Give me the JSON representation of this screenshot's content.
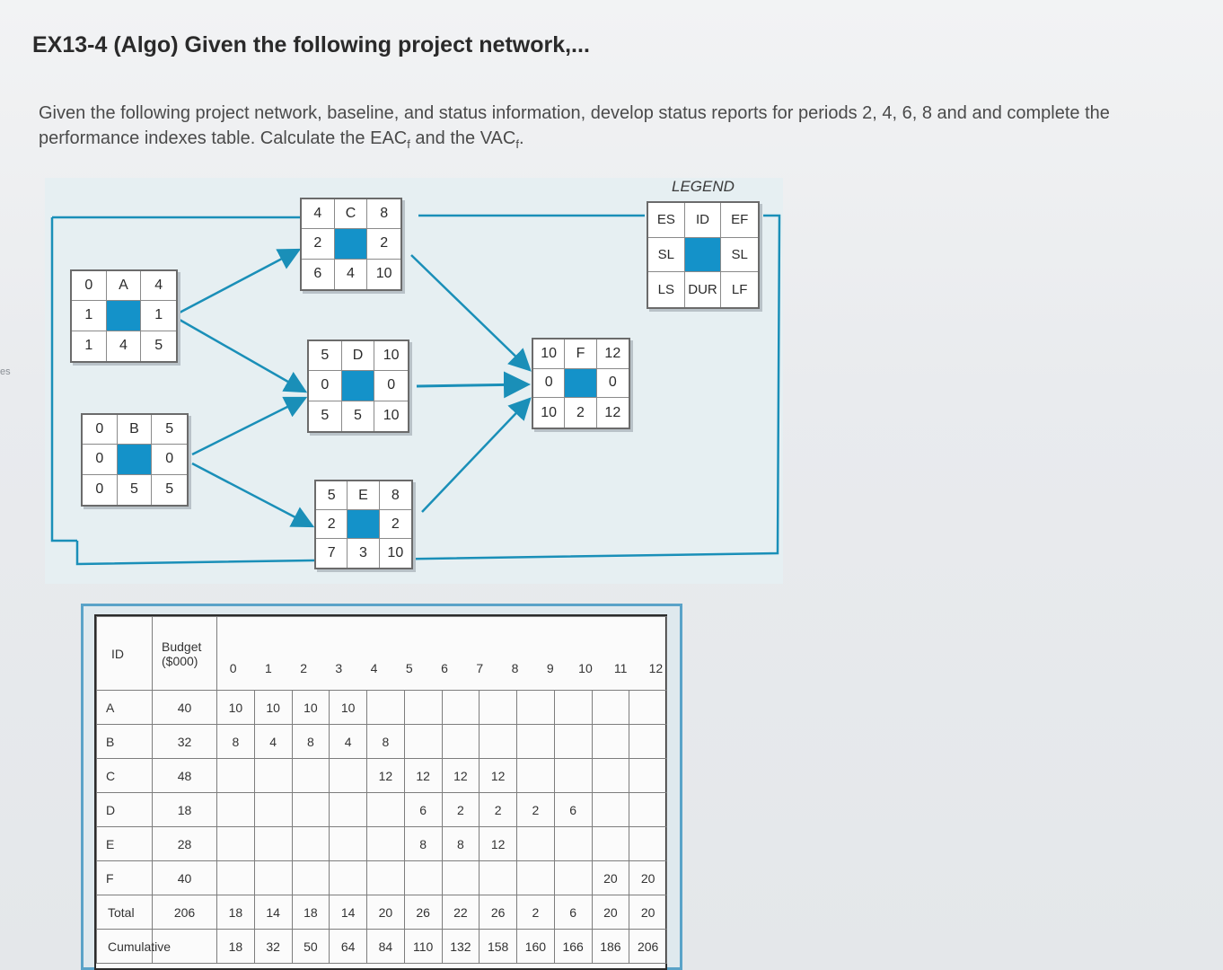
{
  "title": "EX13-4 (Algo) Given the following project network,...",
  "instructions": {
    "text_before_eac": "Given the following project network, baseline, and status information, develop status reports for periods 2, 4, 6, 8 and and complete the performance indexes table. Calculate the EAC",
    "sub_f1": "f",
    "text_between": " and the VAC",
    "sub_f2": "f",
    "text_end": "."
  },
  "side_mark": "es",
  "colors": {
    "node_fill": "#1492c9",
    "arrow": "#1a8fb8"
  },
  "legend": {
    "title": "LEGEND",
    "cells": [
      "ES",
      "ID",
      "EF",
      "SL",
      "",
      "SL",
      "LS",
      "DUR",
      "LF"
    ]
  },
  "network": {
    "nodes": [
      {
        "id": "A",
        "cells": [
          "0",
          "A",
          "4",
          "1",
          "",
          "1",
          "1",
          "4",
          "5"
        ]
      },
      {
        "id": "B",
        "cells": [
          "0",
          "B",
          "5",
          "0",
          "",
          "0",
          "0",
          "5",
          "5"
        ]
      },
      {
        "id": "C",
        "cells": [
          "4",
          "C",
          "8",
          "2",
          "",
          "2",
          "6",
          "4",
          "10"
        ]
      },
      {
        "id": "D",
        "cells": [
          "5",
          "D",
          "10",
          "0",
          "",
          "0",
          "5",
          "5",
          "10"
        ]
      },
      {
        "id": "E",
        "cells": [
          "5",
          "E",
          "8",
          "2",
          "",
          "2",
          "7",
          "3",
          "10"
        ]
      },
      {
        "id": "F",
        "cells": [
          "10",
          "F",
          "12",
          "0",
          "",
          "0",
          "10",
          "2",
          "12"
        ]
      }
    ]
  },
  "baseline_table": {
    "headers": {
      "id": "ID",
      "budget_line1": "Budget",
      "budget_line2": "($000)"
    },
    "periods": [
      "0",
      "1",
      "2",
      "3",
      "4",
      "5",
      "6",
      "7",
      "8",
      "9",
      "10",
      "11",
      "12"
    ],
    "rows": [
      {
        "id": "A",
        "budget": "40",
        "cells": [
          "10",
          "10",
          "10",
          "10",
          "",
          "",
          "",
          "",
          "",
          "",
          "",
          ""
        ]
      },
      {
        "id": "B",
        "budget": "32",
        "cells": [
          "8",
          "4",
          "8",
          "4",
          "8",
          "",
          "",
          "",
          "",
          "",
          "",
          ""
        ]
      },
      {
        "id": "C",
        "budget": "48",
        "cells": [
          "",
          "",
          "",
          "",
          "12",
          "12",
          "12",
          "12",
          "",
          "",
          "",
          ""
        ]
      },
      {
        "id": "D",
        "budget": "18",
        "cells": [
          "",
          "",
          "",
          "",
          "",
          "6",
          "2",
          "2",
          "2",
          "6",
          "",
          ""
        ]
      },
      {
        "id": "E",
        "budget": "28",
        "cells": [
          "",
          "",
          "",
          "",
          "",
          "8",
          "8",
          "12",
          "",
          "",
          "",
          ""
        ]
      },
      {
        "id": "F",
        "budget": "40",
        "cells": [
          "",
          "",
          "",
          "",
          "",
          "",
          "",
          "",
          "",
          "",
          "20",
          "20"
        ]
      }
    ],
    "total": {
      "label": "Total",
      "budget": "206",
      "cells": [
        "18",
        "14",
        "18",
        "14",
        "20",
        "26",
        "22",
        "26",
        "2",
        "6",
        "20",
        "20"
      ]
    },
    "cumulative": {
      "label": "Cumulative",
      "cells": [
        "18",
        "32",
        "50",
        "64",
        "84",
        "110",
        "132",
        "158",
        "160",
        "166",
        "186",
        "206"
      ]
    }
  }
}
